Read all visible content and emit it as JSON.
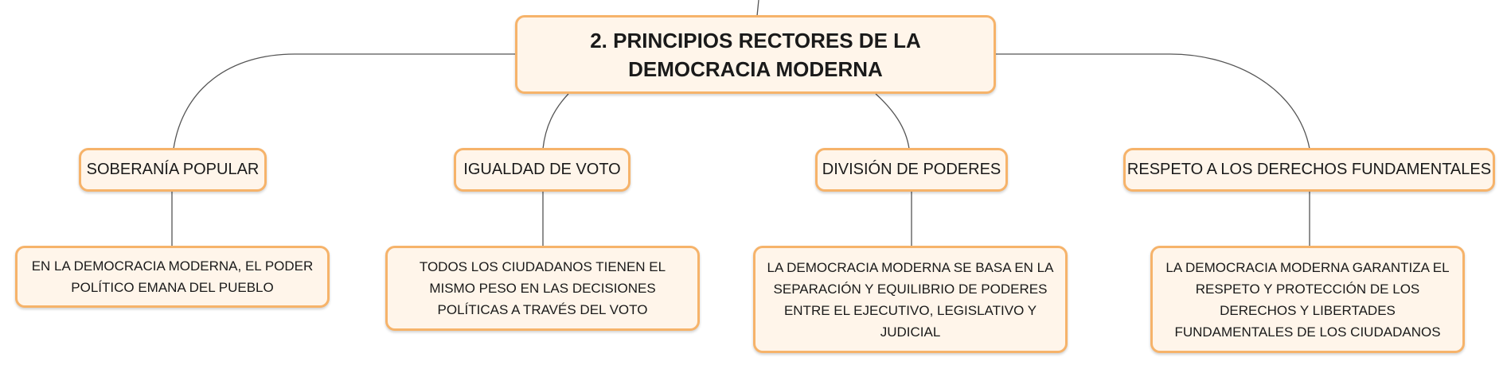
{
  "diagram": {
    "root": {
      "label": "2. PRINCIPIOS RECTORES DE LA DEMOCRACIA MODERNA"
    },
    "branches": [
      {
        "label": "SOBERANÍA POPULAR",
        "detail": "EN LA DEMOCRACIA MODERNA, EL PODER POLÍTICO EMANA DEL PUEBLO"
      },
      {
        "label": "IGUALDAD DE VOTO",
        "detail": "TODOS LOS CIUDADANOS TIENEN EL MISMO PESO EN LAS DECISIONES POLÍTICAS A TRAVÉS DEL VOTO"
      },
      {
        "label": "DIVISIÓN DE PODERES",
        "detail": "LA DEMOCRACIA MODERNA SE BASA EN LA SEPARACIÓN Y EQUILIBRIO DE PODERES ENTRE EL EJECUTIVO, LEGISLATIVO Y JUDICIAL"
      },
      {
        "label": "RESPETO A LOS DERECHOS FUNDAMENTALES",
        "detail": "LA DEMOCRACIA MODERNA GARANTIZA EL RESPETO Y PROTECCIÓN DE LOS DERECHOS Y LIBERTADES FUNDAMENTALES DE LOS CIUDADANOS"
      }
    ]
  },
  "colors": {
    "box_fill": "#fff5ea",
    "box_border": "#f6b36a",
    "connector": "#555555"
  }
}
